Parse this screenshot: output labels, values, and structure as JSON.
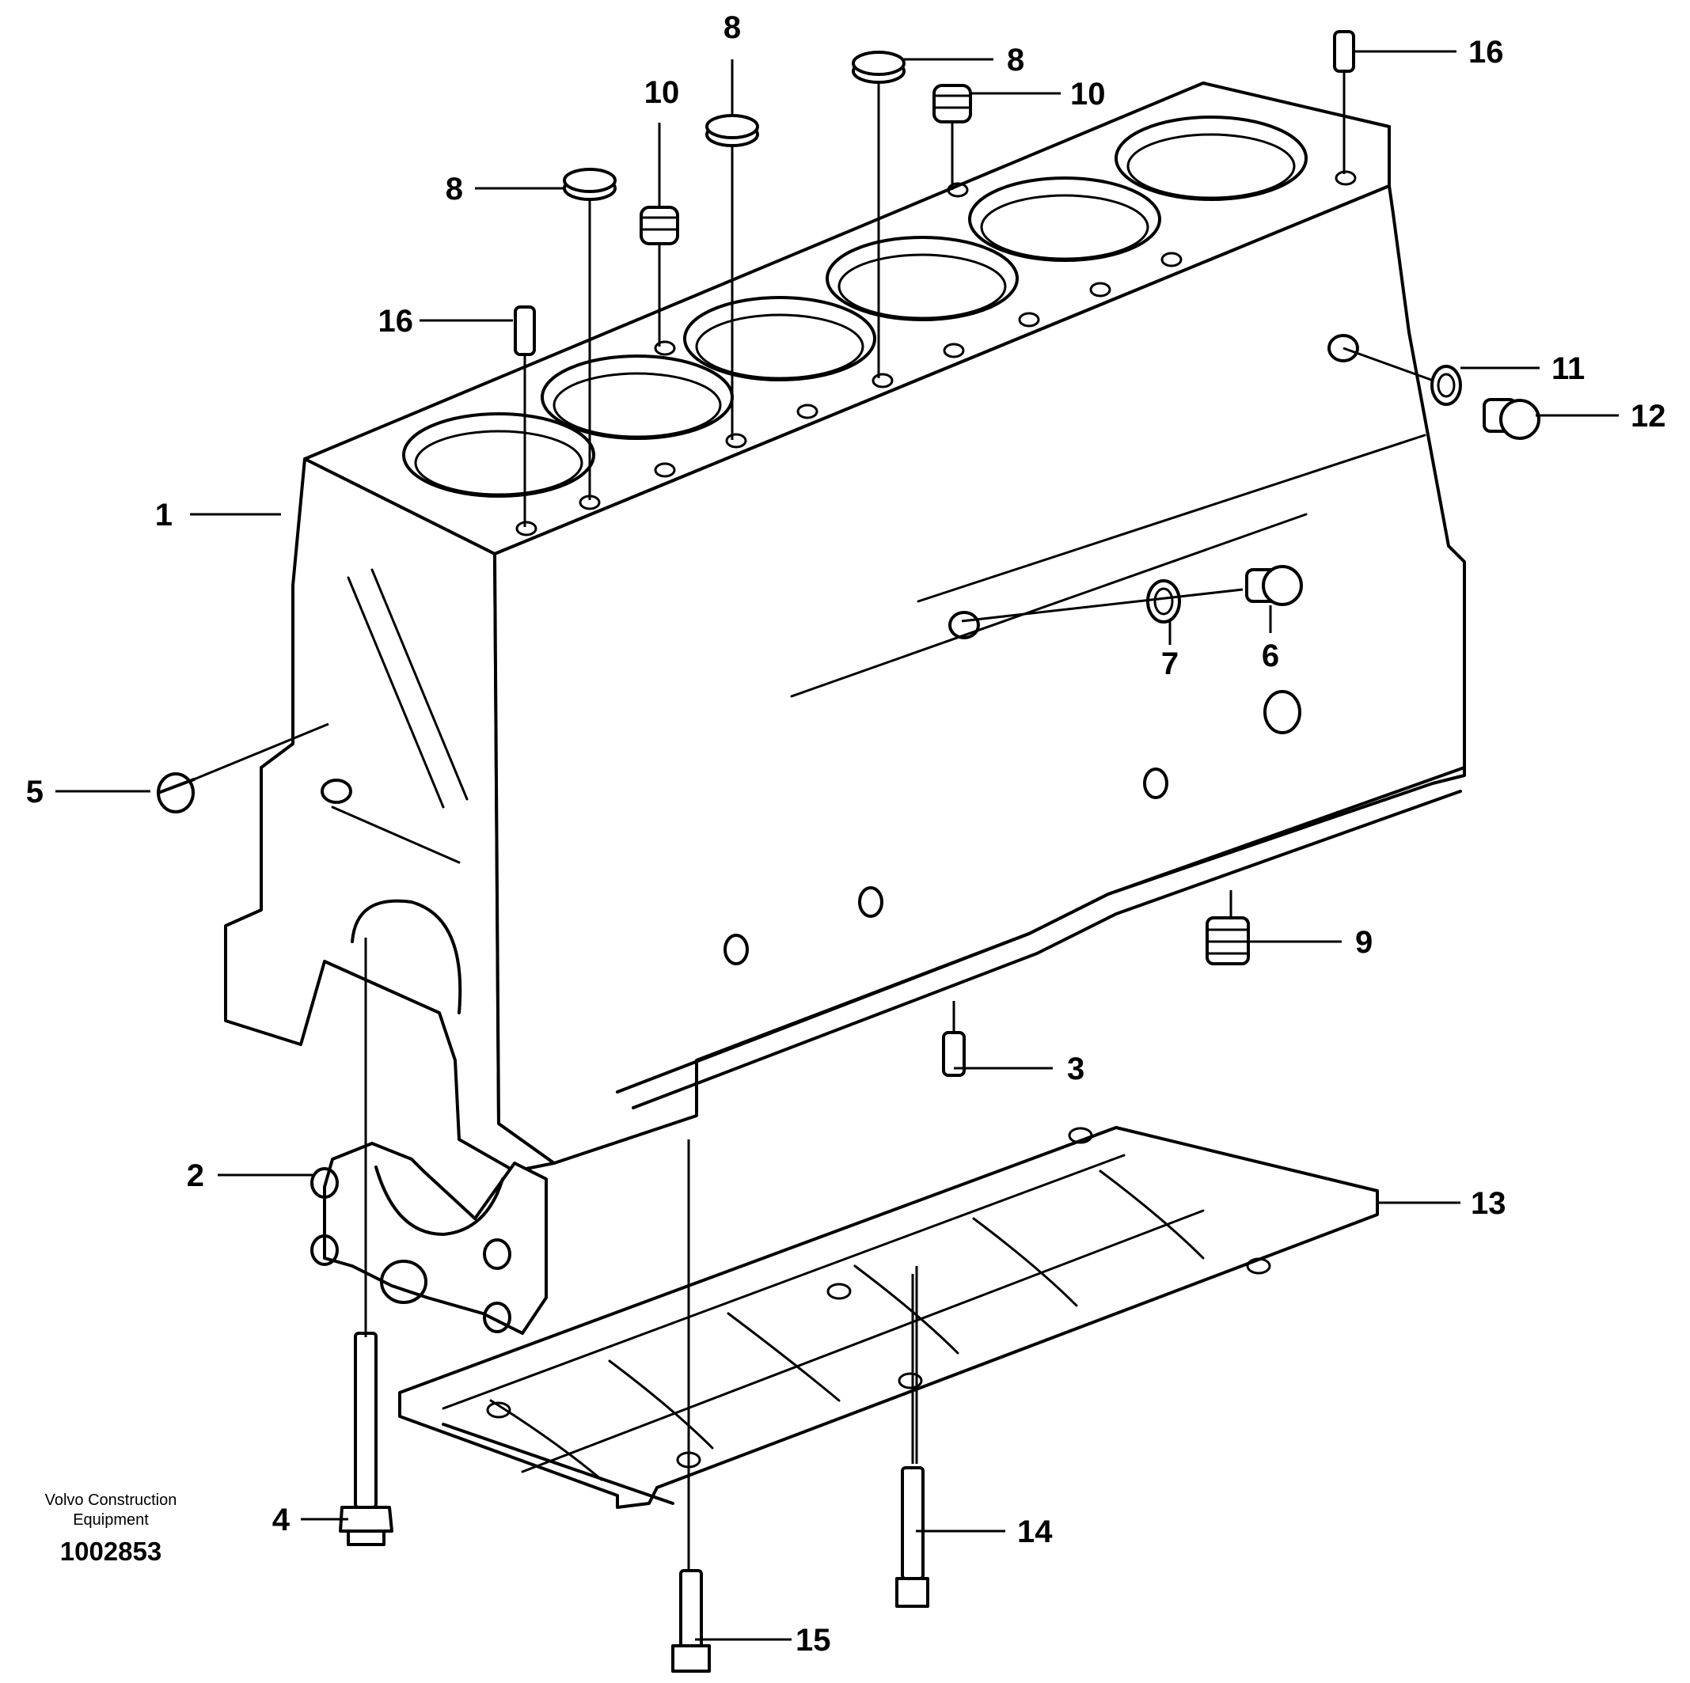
{
  "callouts": [
    {
      "id": "c1",
      "label": "1"
    },
    {
      "id": "c2",
      "label": "2"
    },
    {
      "id": "c3",
      "label": "3"
    },
    {
      "id": "c4",
      "label": "4"
    },
    {
      "id": "c5",
      "label": "5"
    },
    {
      "id": "c6",
      "label": "6"
    },
    {
      "id": "c7",
      "label": "7"
    },
    {
      "id": "c8a",
      "label": "8"
    },
    {
      "id": "c8b",
      "label": "8"
    },
    {
      "id": "c8c",
      "label": "8"
    },
    {
      "id": "c9",
      "label": "9"
    },
    {
      "id": "c10a",
      "label": "10"
    },
    {
      "id": "c10b",
      "label": "10"
    },
    {
      "id": "c11",
      "label": "11"
    },
    {
      "id": "c12",
      "label": "12"
    },
    {
      "id": "c13",
      "label": "13"
    },
    {
      "id": "c14",
      "label": "14"
    },
    {
      "id": "c15",
      "label": "15"
    },
    {
      "id": "c16a",
      "label": "16"
    },
    {
      "id": "c16b",
      "label": "16"
    }
  ],
  "footer": {
    "company_line1": "Volvo Construction",
    "company_line2": "Equipment",
    "drawing_number": "1002853"
  }
}
